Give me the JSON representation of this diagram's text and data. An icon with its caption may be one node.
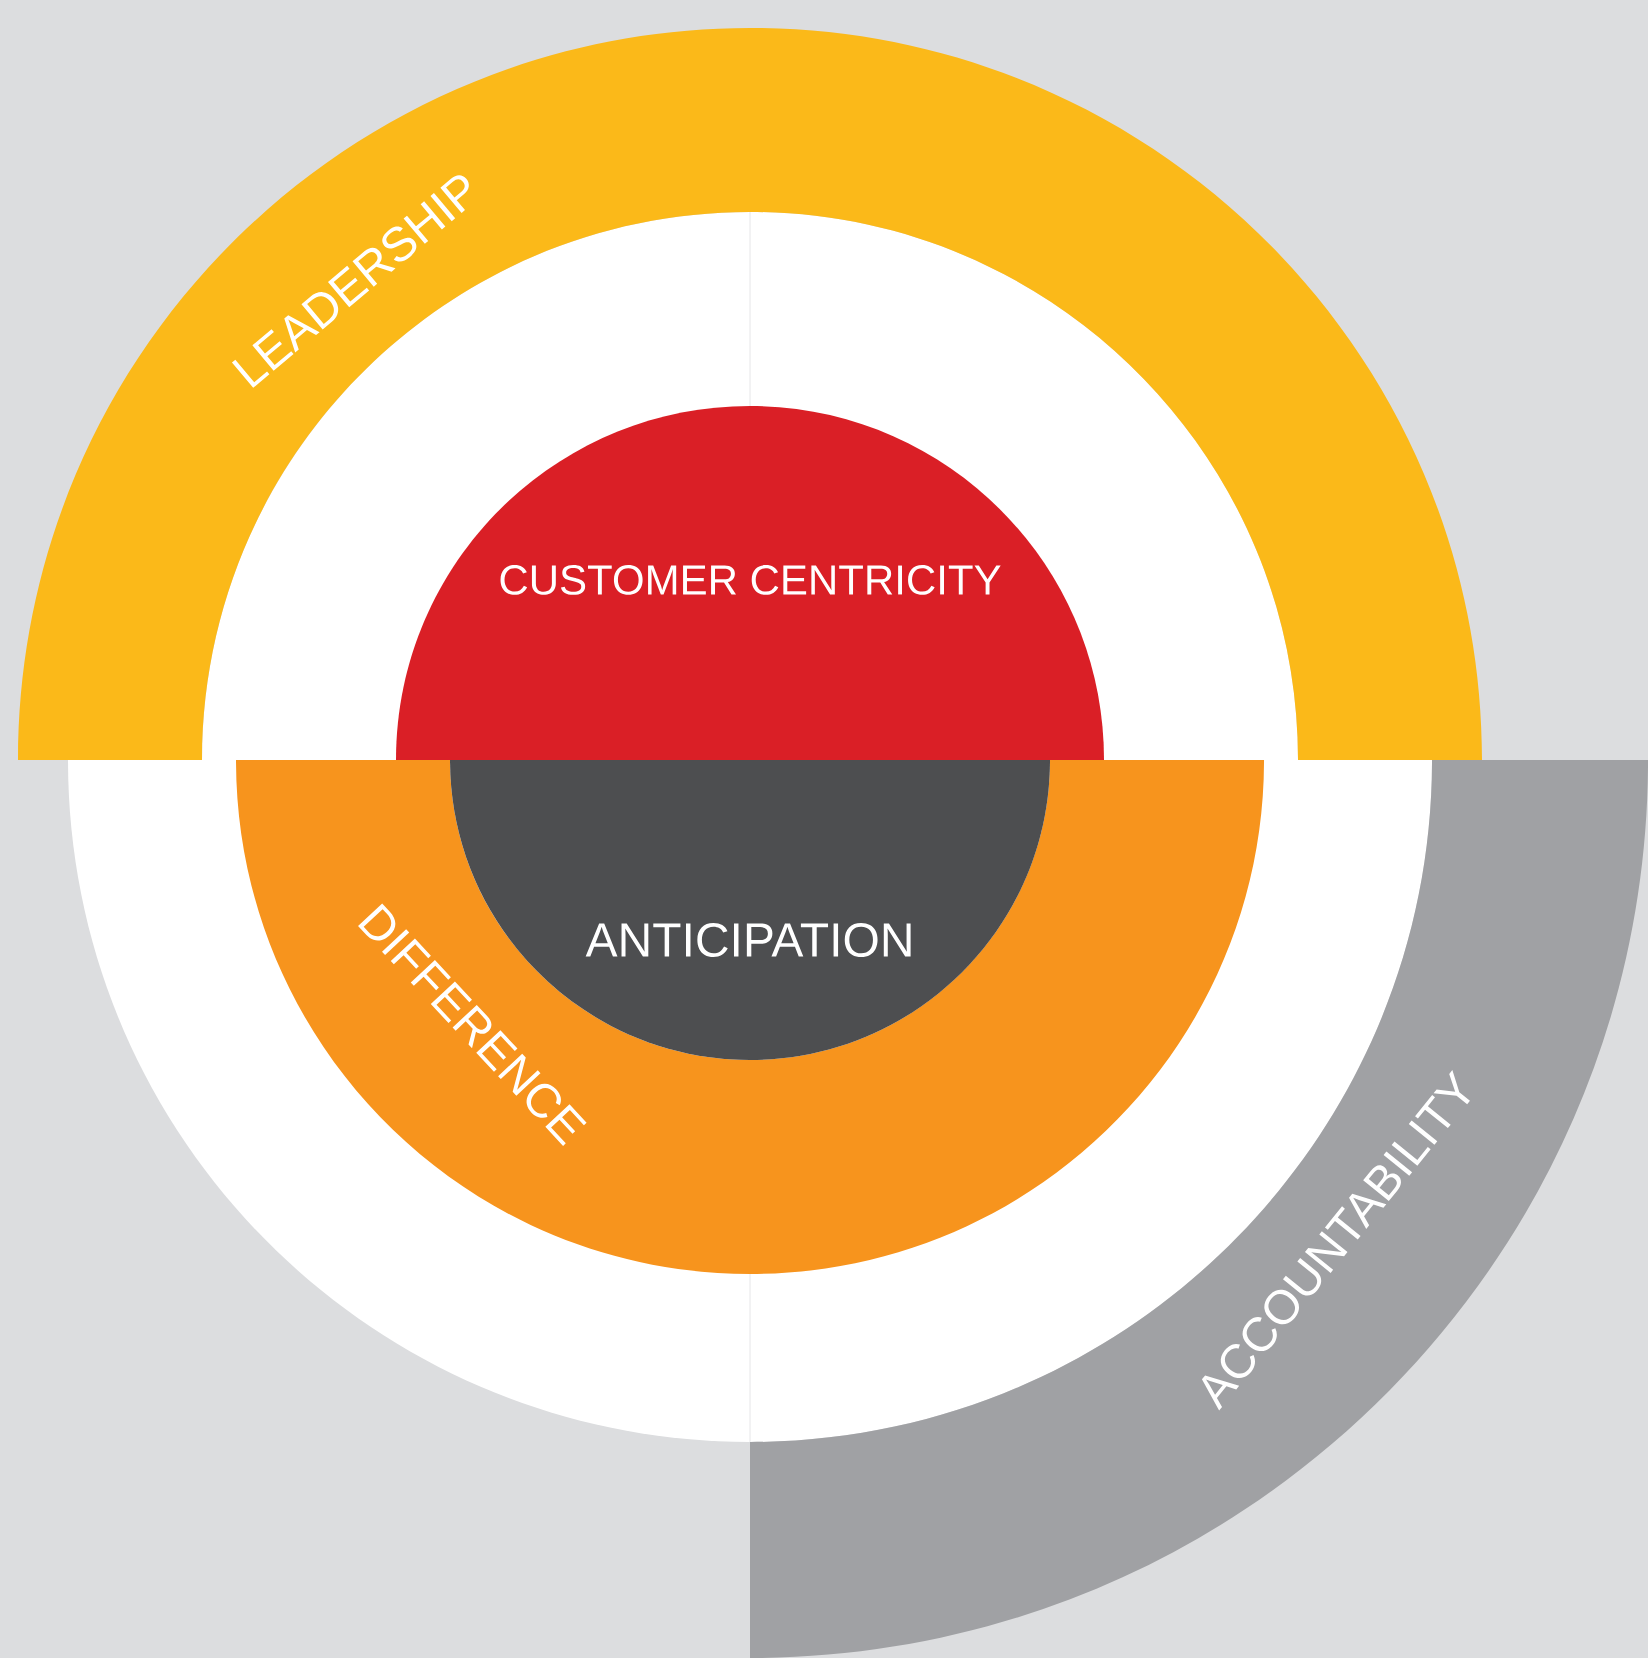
{
  "diagram": {
    "nodes": [
      {
        "text": [
          "LEADERSHIP"
        ]
      },
      {
        "text": [
          "CUSTOMER CENTRICITY"
        ]
      },
      {
        "text": [
          "DIFFERENCE"
        ]
      },
      {
        "text": [
          "ANTICIPATION"
        ]
      },
      {
        "text": [
          "ACCOUNTABILITY"
        ]
      }
    ]
  }
}
